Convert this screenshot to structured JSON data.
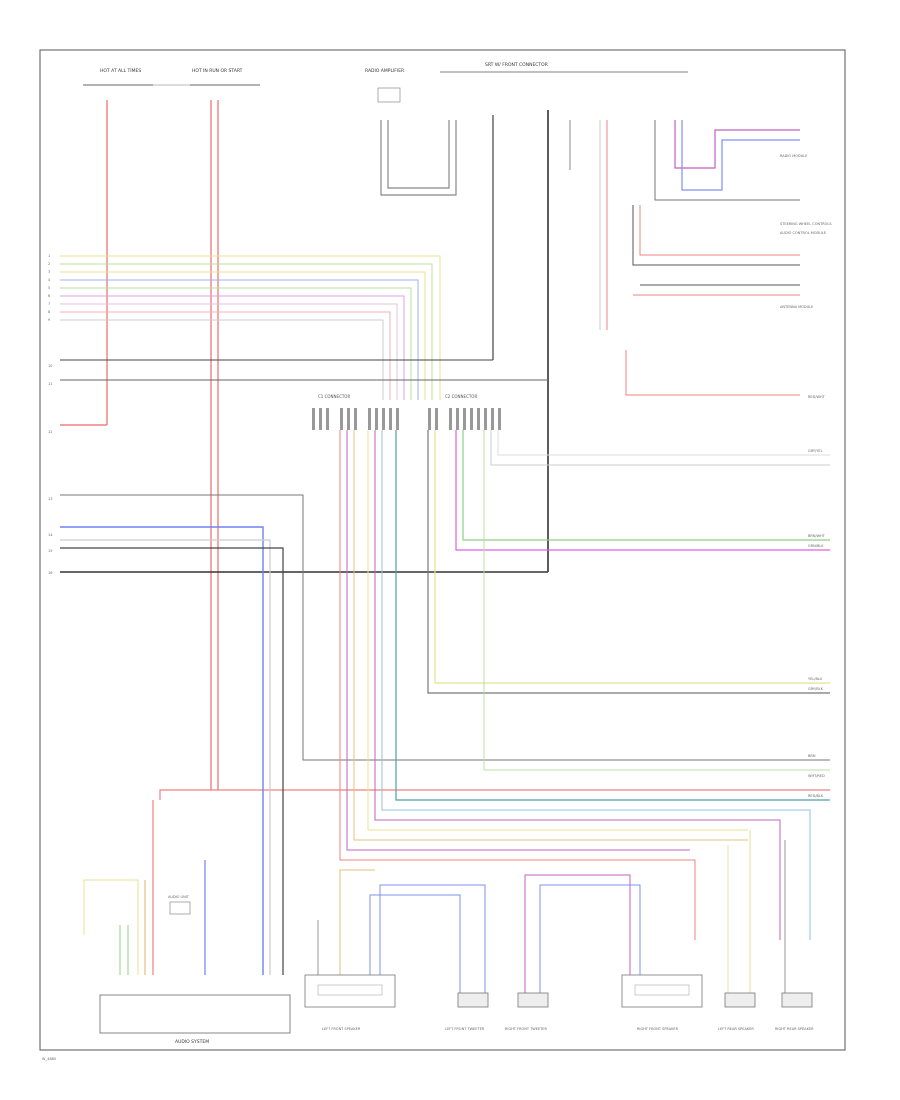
{
  "diagram": {
    "footer": "W_4860",
    "top_label": "SRT W/ FRONT CONNECTOR",
    "fuse_left": "HOT AT ALL TIMES",
    "fuse_mid": "HOT IN RUN OR START",
    "top_module": "RADIO AMPLIFIER",
    "left_rows": [
      "1",
      "2",
      "3",
      "4",
      "5",
      "6",
      "7",
      "8",
      "9",
      "10",
      "11",
      "12",
      "13",
      "14",
      "15",
      "16"
    ],
    "connector_left": "C1 CONNECTOR",
    "connector_right": "C2 CONNECTOR",
    "right_labels": [
      "RED/WHT",
      "GRY/YEL",
      "BRN/WHT",
      "GRN/BLK",
      "YEL/BLU",
      "GRY/BLK",
      "BRN",
      "WHT/RED",
      "RED/BLK"
    ],
    "right_components": [
      "RADIO MODULE",
      "STEERING WHEEL CONTROLS",
      "AUDIO CONTROL MODULE",
      "ANTENNA MODULE"
    ],
    "bottom_module": "AUDIO SYSTEM",
    "speakers": [
      "LEFT FRONT SPEAKER",
      "LEFT FRONT TWEETER",
      "RIGHT FRONT TWEETER",
      "RIGHT FRONT SPEAKER",
      "LEFT REAR SPEAKER",
      "RIGHT REAR SPEAKER"
    ],
    "side_small": "AUDIO UNIT"
  }
}
